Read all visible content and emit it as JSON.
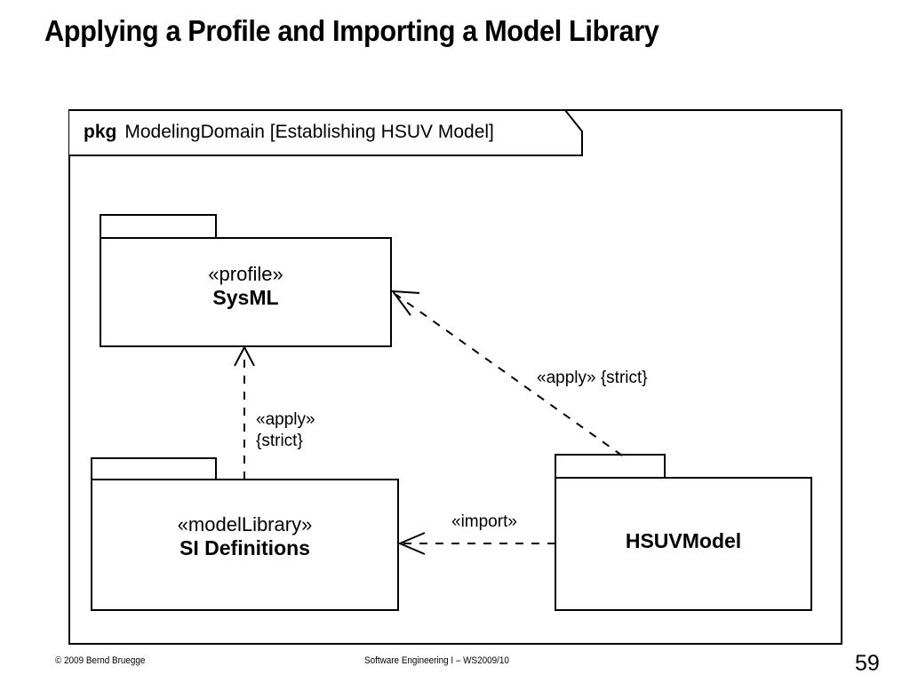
{
  "slide": {
    "title": "Applying a Profile and Importing a Model Library",
    "number": "59",
    "footer_left": "© 2009 Bernd Bruegge",
    "footer_center": "Software Engineering  I – WS2009/10",
    "background_color": "#ffffff",
    "line_color": "#000000"
  },
  "diagram": {
    "type": "uml-package-diagram",
    "frame": {
      "keyword": "pkg",
      "name": "ModelingDomain",
      "qualifier": "[Establishing HSUV Model]",
      "header_text": "ModelingDomain [Establishing HSUV Model]"
    },
    "packages": [
      {
        "id": "sysml",
        "stereotype": "«profile»",
        "name": "SysML"
      },
      {
        "id": "si-definitions",
        "stereotype": "«modelLibrary»",
        "name": "SI Definitions"
      },
      {
        "id": "hsuv-model",
        "stereotype": "",
        "name": "HSUVModel"
      }
    ],
    "dependencies": [
      {
        "id": "apply-si-to-sysml",
        "from": "si-definitions",
        "to": "sysml",
        "stereotype": "«apply»",
        "constraint": "{strict}",
        "line_style": "dashed",
        "arrow": "open"
      },
      {
        "id": "apply-hsuv-to-sysml",
        "from": "hsuv-model",
        "to": "sysml",
        "stereotype": "«apply»",
        "constraint": "{strict}",
        "label": "«apply» {strict}",
        "line_style": "dashed",
        "arrow": "open"
      },
      {
        "id": "import-hsuv-to-si",
        "from": "hsuv-model",
        "to": "si-definitions",
        "stereotype": "«import»",
        "constraint": "",
        "label": "«import»",
        "line_style": "dashed",
        "arrow": "open"
      }
    ]
  }
}
